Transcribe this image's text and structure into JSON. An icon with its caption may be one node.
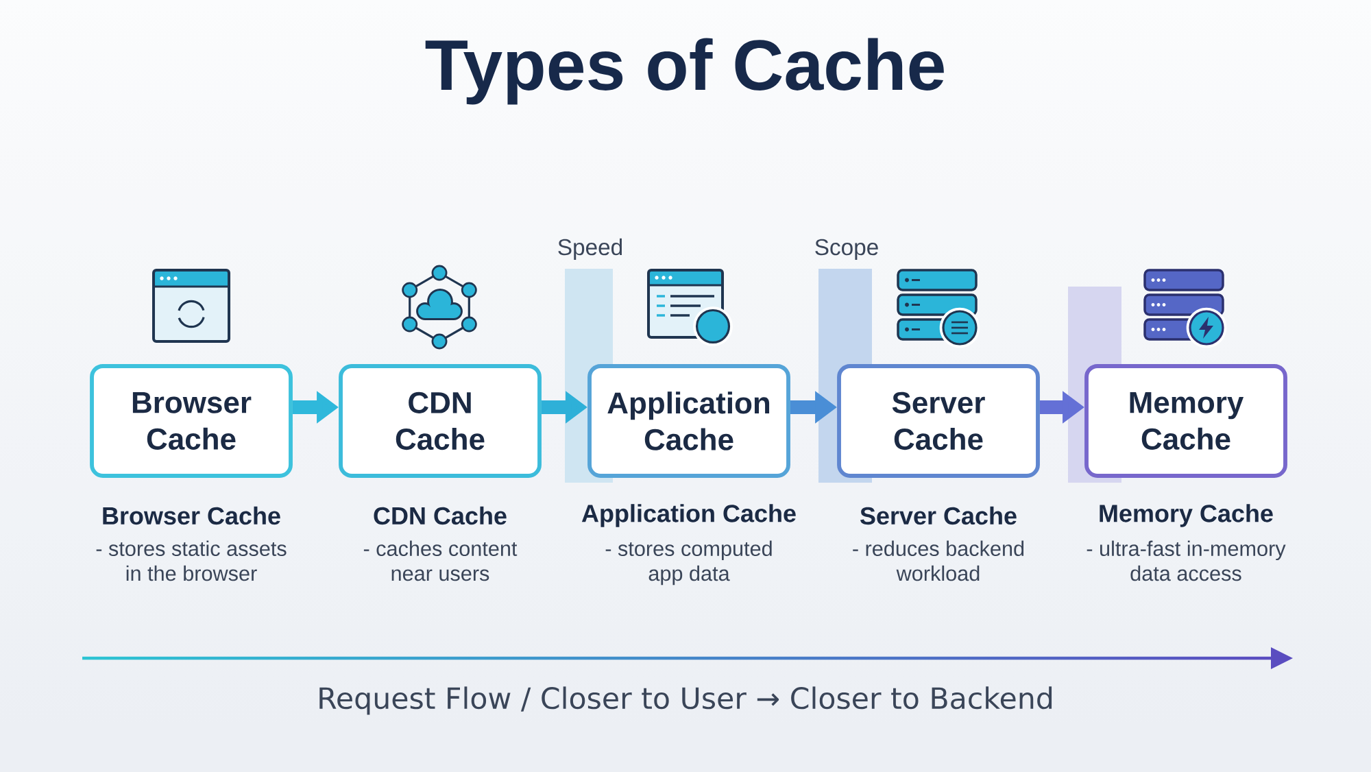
{
  "diagram": {
    "title": "Types of Cache",
    "nodes": [
      {
        "text": [
          "Browser Cache"
        ],
        "beside": [
          "Browser Cache",
          "- stores static assets in the browser"
        ]
      },
      {
        "text": [
          "CDN Cache"
        ],
        "beside": [
          "CDN Cache",
          "- caches content near users"
        ]
      },
      {
        "text": [
          "Speed"
        ]
      },
      {
        "text": [
          "Application Cache"
        ],
        "beside": [
          "Application Cache",
          "- stores computed app data"
        ]
      },
      {
        "text": [
          "Scope"
        ]
      },
      {
        "text": [
          "Server Cache"
        ],
        "beside": [
          "Server Cache",
          "- reduces backend workload"
        ]
      },
      {
        "text": [],
        "shape": "bar"
      },
      {
        "text": [
          "Memory Cache"
        ],
        "beside": [
          "Memory Cache",
          "- ultra-fast in-memory data access"
        ]
      }
    ],
    "edges": [
      {
        "from": 0,
        "to": 1,
        "arrow": "to",
        "color": "#2fb8db"
      },
      {
        "from": 1,
        "to": 3,
        "arrow": "to",
        "color": "#2eb0d8"
      },
      {
        "from": 3,
        "to": 5,
        "arrow": "to",
        "color": "#4a8ed6"
      },
      {
        "from": 5,
        "to": 7,
        "arrow": "to",
        "color": "#6470d6"
      }
    ],
    "labels": [
      "Request Flow / Closer to User → Closer to Backend"
    ]
  }
}
